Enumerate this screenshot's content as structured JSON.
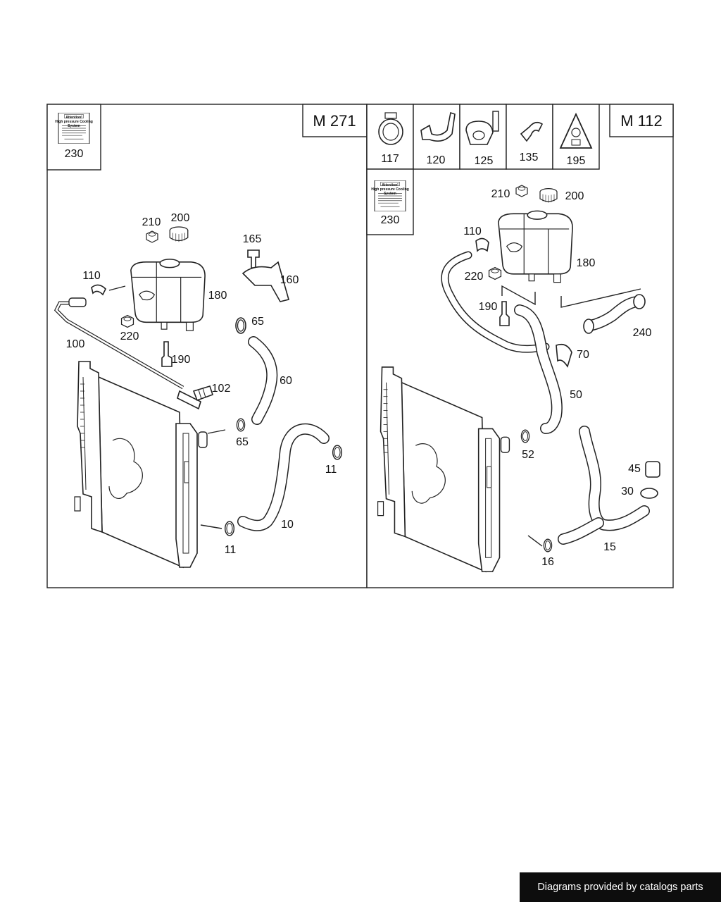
{
  "diagram": {
    "left_panel": {
      "engine": "M 271",
      "sticker_part": "230",
      "labels": {
        "p210": "210",
        "p200": "200",
        "p165": "165",
        "p110": "110",
        "p160": "160",
        "p180": "180",
        "p220": "220",
        "p65a": "65",
        "p100": "100",
        "p190": "190",
        "p102": "102",
        "p60": "60",
        "p65b": "65",
        "p11a": "11",
        "p10": "10",
        "p11b": "11"
      },
      "sticker_text": [
        "Attention!",
        "High pressure Cooling",
        "System"
      ]
    },
    "right_panel": {
      "engine": "M 112",
      "sticker_part": "230",
      "top_parts": [
        "117",
        "120",
        "125",
        "135",
        "195"
      ],
      "labels": {
        "p210": "210",
        "p200": "200",
        "p110": "110",
        "p180": "180",
        "p220": "220",
        "p190": "190",
        "p240": "240",
        "p70": "70",
        "p50": "50",
        "p52": "52",
        "p45": "45",
        "p30": "30",
        "p15": "15",
        "p16": "16"
      },
      "sticker_text": [
        "Attention!",
        "High pressure Cooling",
        "System"
      ]
    }
  },
  "footer": {
    "text": "Diagrams provided by catalogs parts"
  }
}
